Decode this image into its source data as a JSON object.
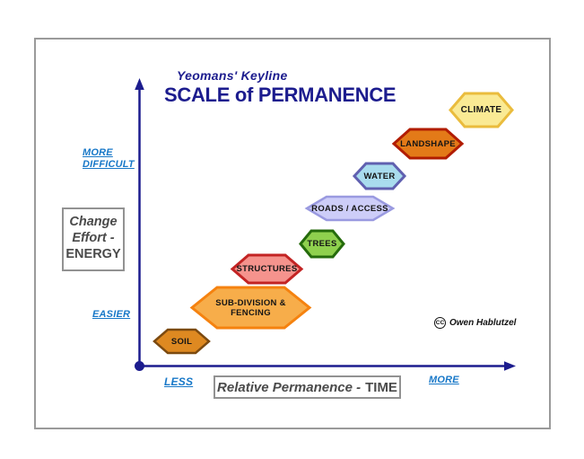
{
  "page": {
    "title_super": "Yeomans' Keyline",
    "title_main": "SCALE of PERMANENCE"
  },
  "y_axis": {
    "top_label": "MORE\nDIFFICULT",
    "bottom_label": "EASIER",
    "box_line1": "Change",
    "box_line2": "Effort -",
    "box_line3": "ENERGY"
  },
  "x_axis": {
    "left_label": "LESS",
    "right_label": "MORE",
    "box_italic": "Relative Permanence -",
    "box_plain": "TIME"
  },
  "hexagons": [
    {
      "label": "SOIL",
      "fill": "#de8921",
      "border": "#7c4a10"
    },
    {
      "label": "SUB-DIVISION &\nFENCING",
      "fill": "#f7ad4a",
      "border": "#f5820f"
    },
    {
      "label": "STRUCTURES",
      "fill": "#f5938d",
      "border": "#c32424"
    },
    {
      "label": "TREES",
      "fill": "#8fd04e",
      "border": "#256b0c"
    },
    {
      "label": "ROADS / ACCESS",
      "fill": "#cdcdf8",
      "border": "#9a9ae0"
    },
    {
      "label": "WATER",
      "fill": "#a9dcee",
      "border": "#6060b0"
    },
    {
      "label": "LANDSHAPE",
      "fill": "#e37a18",
      "border": "#b11c00"
    },
    {
      "label": "CLIMATE",
      "fill": "#faea94",
      "border": "#eabc3d"
    }
  ],
  "attribution": {
    "cc": "CC",
    "name": "Owen Hablutzel"
  },
  "colors": {
    "axis": "#1c1c8e",
    "title": "#1c1c8e",
    "blue_label": "#1878c8",
    "box_text": "#4a4a4a",
    "frame_border": "#9a9a9a"
  }
}
